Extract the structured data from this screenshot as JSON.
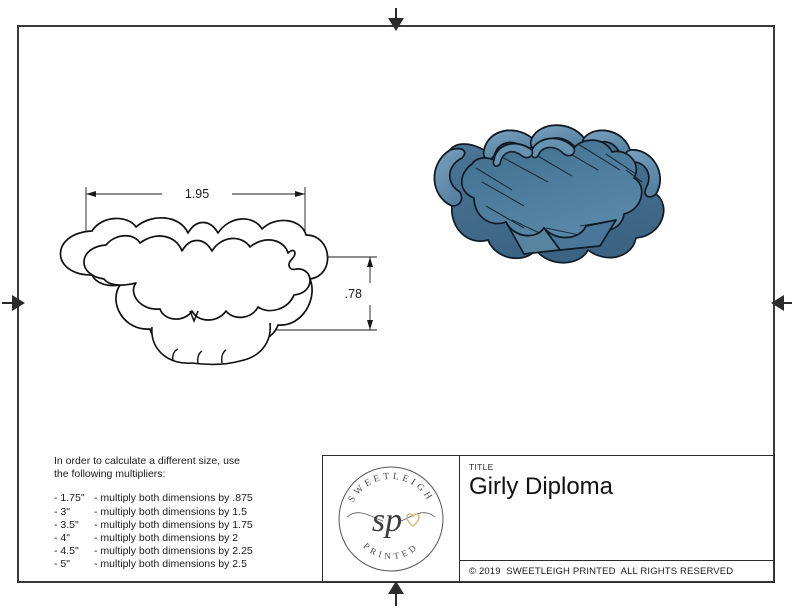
{
  "sheet": {
    "centering_marks": [
      {
        "name": "top",
        "icon": "triangle-down-icon"
      },
      {
        "name": "bottom",
        "icon": "triangle-up-icon"
      },
      {
        "name": "left",
        "icon": "triangle-right-icon"
      },
      {
        "name": "right",
        "icon": "triangle-left-icon"
      }
    ]
  },
  "drawing": {
    "part_shape": "girly-diploma-cookie-cutter",
    "dimensions": {
      "width_label": "1.95",
      "height_label": ".78"
    },
    "iso_view": {
      "label": "isometric-3d-model",
      "body_color": "#54809f",
      "body_color_light": "#6f9cba",
      "body_color_dark": "#3e6785",
      "outline_color": "#121b26"
    }
  },
  "notes": {
    "intro_line_1": "In order to calculate a different size, use",
    "intro_line_2": "the following multipliers:",
    "rows": [
      {
        "size": "- 1.75\"",
        "text": "- multiply both dimensions by .875"
      },
      {
        "size": "- 3\"",
        "text": "- multiply both dimensions by 1.5"
      },
      {
        "size": "- 3.5\"",
        "text": "- multiply both dimensions by 1.75"
      },
      {
        "size": "- 4\"",
        "text": "- multiply both dimensions by 2"
      },
      {
        "size": "- 4.5\"",
        "text": "- multiply both dimensions by 2.25"
      },
      {
        "size": "- 5\"",
        "text": "- multiply both dimensions by 2.5"
      }
    ]
  },
  "title_block": {
    "caption": "TITLE",
    "title": "Girly Diploma",
    "copyright": "© 2019  SWEETLEIGH PRINTED  ALL RIGHTS RESERVED",
    "logo": {
      "top_text": "SWEETLEIGH",
      "bottom_text": "PRINTED",
      "monogram": "sp",
      "heart_color": "#d8bc7e",
      "ink_color": "#4a4a4a"
    }
  }
}
